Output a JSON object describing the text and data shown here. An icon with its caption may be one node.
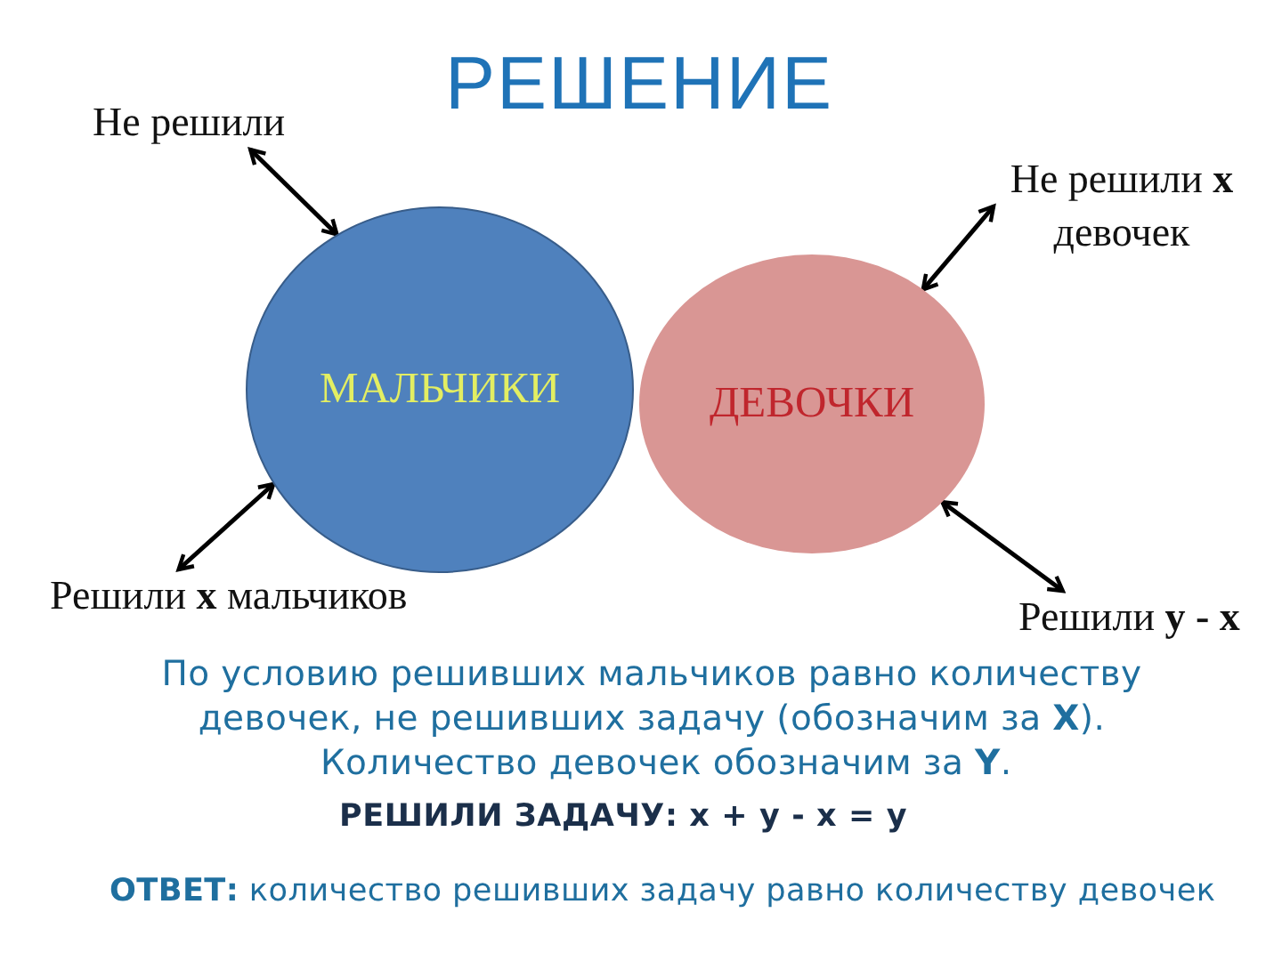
{
  "diagram": {
    "title": "РЕШЕНИЕ",
    "nodes": [
      {
        "text": [
          "Не решили"
        ]
      },
      {
        "text": [
          "Не решили **x** девочек"
        ]
      },
      {
        "text": [
          "МАЛЬЧИКИ"
        ]
      },
      {
        "text": [
          "ДЕВОЧКИ"
        ]
      },
      {
        "text": [
          "Решили **x** мальчиков"
        ]
      },
      {
        "text": [
          "Решили **y - x**"
        ]
      }
    ],
    "edges": [
      {
        "from": 0,
        "to": 2,
        "arrow": "both"
      },
      {
        "from": 1,
        "to": 3,
        "arrow": "both"
      },
      {
        "from": 4,
        "to": 2,
        "arrow": "both"
      },
      {
        "from": 5,
        "to": 3,
        "arrow": "both"
      }
    ],
    "labels": [
      "По условию решивших мальчиков равно количеству девочек, не решивших задачу (обозначим за **X**).",
      "Количество девочек обозначим за **Y**.",
      "РЕШИЛИ ЗАДАЧУ: x + y - x = y",
      "**ОТВЕТ:** количество решивших задачу равно количеству девочек"
    ]
  }
}
